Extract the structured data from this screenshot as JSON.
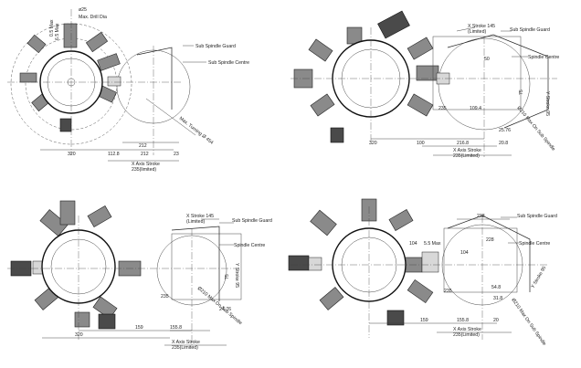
{
  "views": [
    {
      "name": "top-left",
      "labels": {
        "dia25": "ø25",
        "max_drill": "Max. Drill Dia",
        "sub_guard": "Sub Spindle Guard",
        "sub_centre": "Sub Spindle Centre",
        "max_turning": "Max. Turning Ø 454",
        "d320": "320",
        "d1128": "112.8",
        "d212a": "212",
        "d212b": "212",
        "d23": "23",
        "xaxis": "X Axis Stroke",
        "xaxis_sub": "235(limited)",
        "v1": "6.5 Max",
        "v2": "0.5 Max"
      }
    },
    {
      "name": "top-right",
      "labels": {
        "xstroke": "X Stroke 145",
        "limited": "(Limited)",
        "sub_guard": "Sub Spindle Guard",
        "sub_centre": "Spindle Centre",
        "ystroke": "Y Stroke 95",
        "d75": "75",
        "d100": "100",
        "d320": "320",
        "d2168": "216.8",
        "d208": "20.8",
        "d2576": "25.76",
        "d235": "235",
        "d1094": "109.4",
        "d50": "50",
        "xaxis": "X Axis Stroke",
        "xaxis_sub": "235(Limited)",
        "spindle": "Ø210 Max On Sub Spindle"
      }
    },
    {
      "name": "bottom-left",
      "labels": {
        "xstroke": "X Stroke 145",
        "limited": "(Limited)",
        "sub_guard": "Sub Spindle Guard",
        "sub_centre": "Spindle Centre",
        "ystroke": "Y Stroke 95",
        "d75": "75",
        "d235": "235",
        "d2476": "24.76",
        "d159": "159",
        "d1558": "155.8",
        "d320": "320",
        "xaxis": "X Axis Stroke",
        "xaxis_sub": "235(Limited)",
        "spindle": "Ø210 Max On Sub Spindle"
      }
    },
    {
      "name": "bottom-right",
      "labels": {
        "d238": "238",
        "sub_guard": "Sub Spindle Guard",
        "sub_centre": "Spindle Centre",
        "d104": "104",
        "d55max": "5.5 Max",
        "d228": "228",
        "d104b": "104",
        "d318": "31.8",
        "d159": "159",
        "d1558": "155.8",
        "d235": "235",
        "d548": "54.8",
        "d20": "20",
        "xaxis": "X Axis Stroke",
        "xaxis_sub": "235(Limited)",
        "ystroke": "Y Stroke 95",
        "spindle": "Ø210 Max On Sub Spindle"
      }
    }
  ]
}
